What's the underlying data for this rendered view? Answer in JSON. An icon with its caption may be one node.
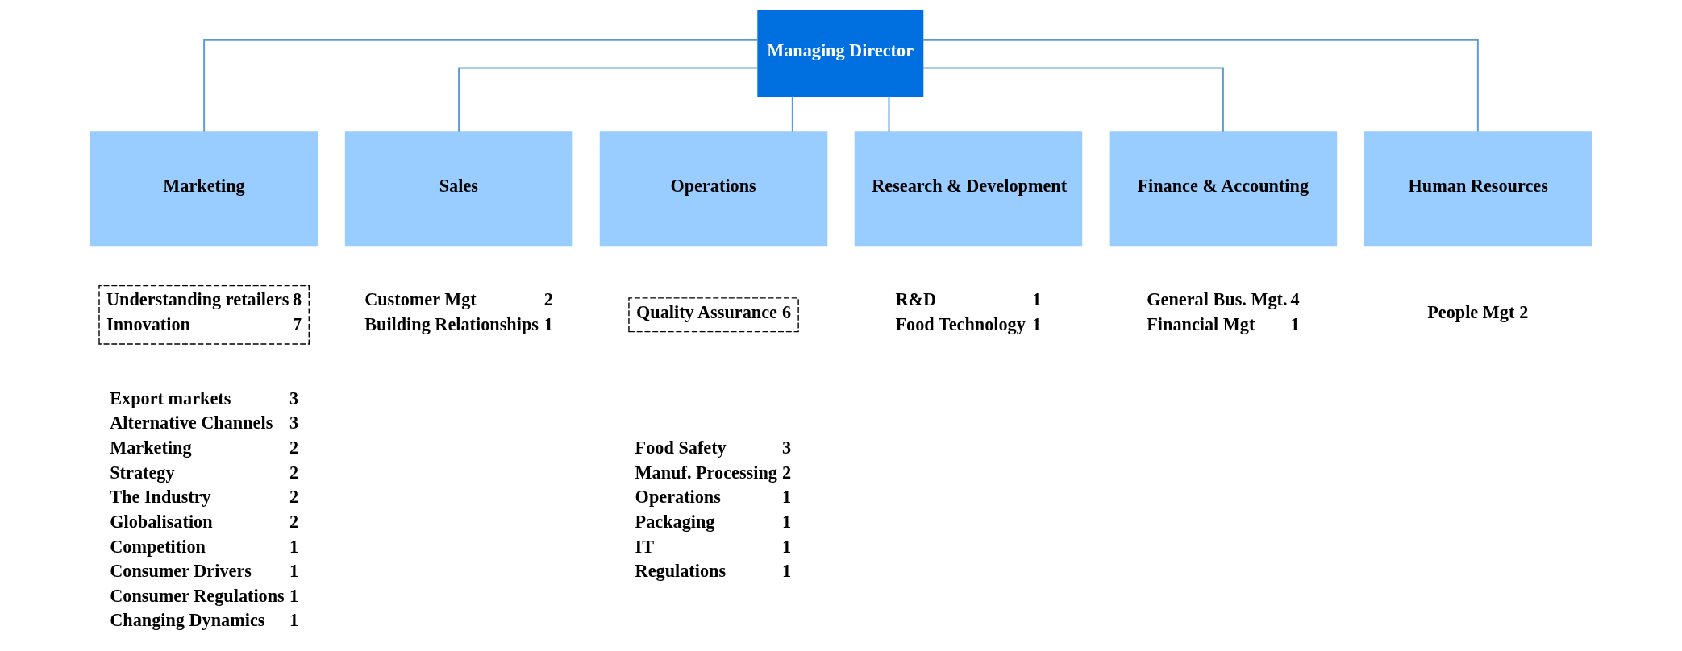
{
  "diagram": {
    "nodes": [
      {
        "text": [
          "Managing Director"
        ]
      },
      {
        "text": [
          "Marketing"
        ],
        "beside": [
          "Export markets 3",
          "Alternative Channels 3",
          "Marketing 2",
          "Strategy 2",
          "The Industry 2",
          "Globalisation 2",
          "Competition 1",
          "Consumer Drivers 1",
          "Consumer Regulations 1",
          "Changing Dynamics 1"
        ]
      },
      {
        "text": [
          "Sales"
        ],
        "beside": [
          "Customer Mgt 2",
          "Building Relationships 1"
        ]
      },
      {
        "text": [
          "Operations"
        ],
        "beside": [
          "Food Safety 3",
          "Manuf. Processing 2",
          "Operations 1",
          "Packaging 1",
          "IT 1",
          "Regulations 1"
        ]
      },
      {
        "text": [
          "Research & Development"
        ],
        "beside": [
          "R&D 1",
          "Food Technology 1"
        ]
      },
      {
        "text": [
          "Finance & Accounting"
        ],
        "beside": [
          "General Bus. Mgt. 4",
          "Financial Mgt 1"
        ]
      },
      {
        "text": [
          "Human Resources"
        ],
        "beside": [
          "People Mgt 2"
        ]
      },
      {
        "text": [
          "Understanding retailers 8",
          "Innovation 7"
        ]
      },
      {
        "text": [
          "Quality Assurance 6"
        ]
      }
    ],
    "edges": [
      {
        "from": 0,
        "to": 1,
        "arrow": "none"
      },
      {
        "from": 0,
        "to": 2,
        "arrow": "none"
      },
      {
        "from": 0,
        "to": 3,
        "arrow": "none"
      },
      {
        "from": 0,
        "to": 4,
        "arrow": "none"
      },
      {
        "from": 0,
        "to": 5,
        "arrow": "none"
      },
      {
        "from": 0,
        "to": 6,
        "arrow": "none"
      }
    ]
  }
}
